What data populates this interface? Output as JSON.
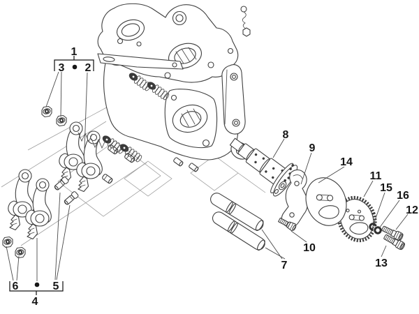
{
  "figure": {
    "type": "exploded-parts-diagram",
    "subject": "engine-cylinder-head-rocker-arms-and-camshaft",
    "background_color": "#ffffff",
    "line_color": "#3f3f3f",
    "thin_line_color": "#9a9a9a",
    "callout_text_color": "#161616"
  },
  "callouts": [
    {
      "label": "1",
      "part": "rocker-arm-group-upper-bracket"
    },
    {
      "label": "2",
      "part": "rocker-arm-assembly-upper"
    },
    {
      "label": "3",
      "part": "adjuster-nuts-upper"
    },
    {
      "label": "4",
      "part": "rocker-arm-group-lower-bracket"
    },
    {
      "label": "5",
      "part": "adjuster-screws"
    },
    {
      "label": "6",
      "part": "adjuster-nuts-lower"
    },
    {
      "label": "7",
      "part": "rocker-arm-shafts"
    },
    {
      "label": "8",
      "part": "camshaft"
    },
    {
      "label": "9",
      "part": "retaining-plate"
    },
    {
      "label": "10",
      "part": "flange-bolt"
    },
    {
      "label": "11",
      "part": "cam-chain-sprocket"
    },
    {
      "label": "12",
      "part": "hex-bolt-upper"
    },
    {
      "label": "13",
      "part": "hex-bolt-lower"
    },
    {
      "label": "14",
      "part": "drive-plate-disc"
    },
    {
      "label": "15",
      "part": "spacer-ring-inner"
    },
    {
      "label": "16",
      "part": "spacer-ring-outer"
    }
  ]
}
